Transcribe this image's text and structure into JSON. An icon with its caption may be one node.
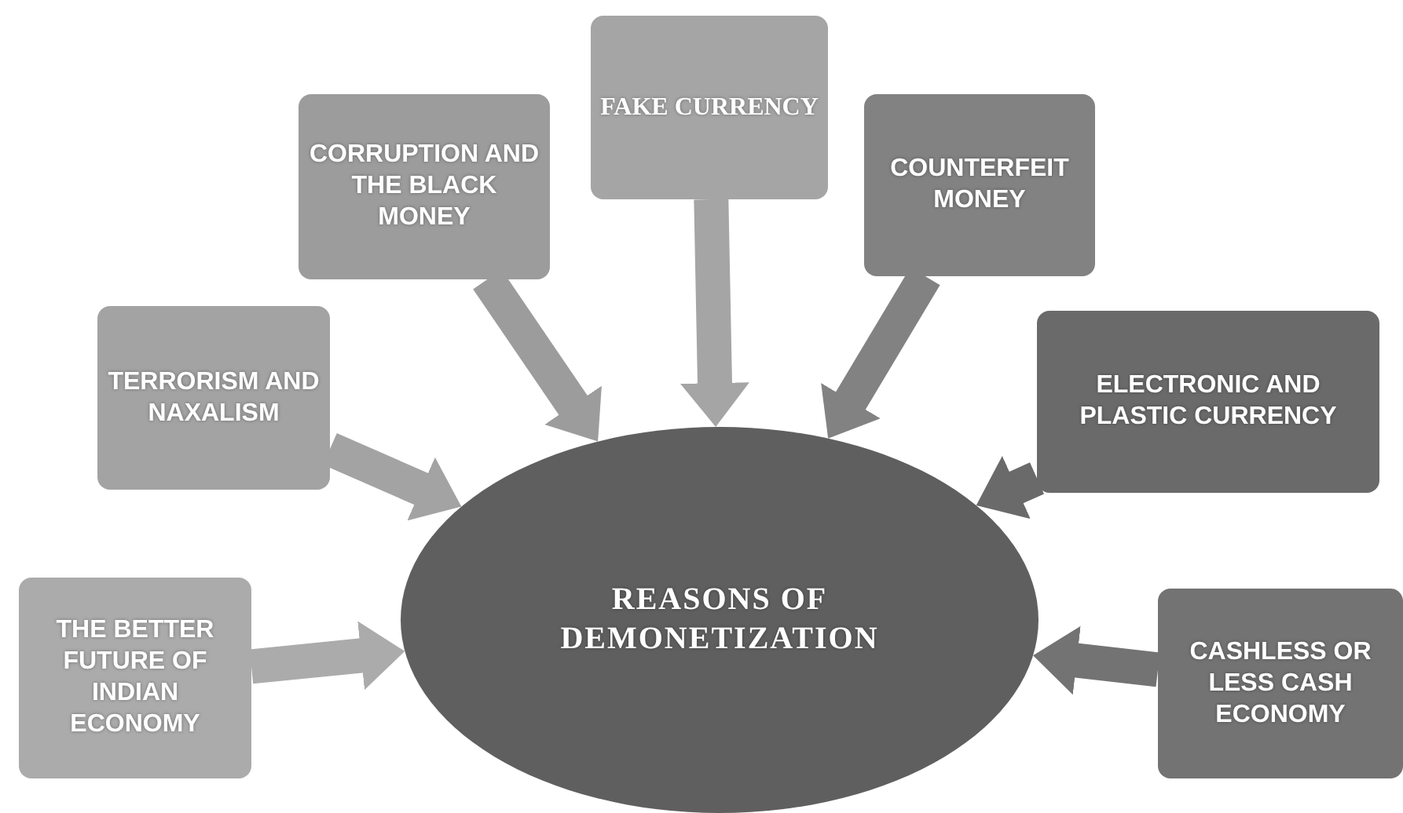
{
  "diagram": {
    "nodes": [
      {
        "text": [
          "REASONS OF DEMONETIZATION"
        ]
      },
      {
        "text": [
          "THE BETTER FUTURE OF INDIAN ECONOMY"
        ]
      },
      {
        "text": [
          "TERRORISM AND NAXALISM"
        ]
      },
      {
        "text": [
          "CORRUPTION AND THE BLACK MONEY"
        ]
      },
      {
        "text": [
          "FAKE CURRENCY"
        ]
      },
      {
        "text": [
          "COUNTERFEIT MONEY"
        ]
      },
      {
        "text": [
          "ELECTRONIC AND PLASTIC CURRENCY"
        ]
      },
      {
        "text": [
          "CASHLESS OR LESS CASH ECONOMY"
        ]
      }
    ],
    "edges": [
      {
        "from": 1,
        "to": 0,
        "arrow": "to"
      },
      {
        "from": 2,
        "to": 0,
        "arrow": "to"
      },
      {
        "from": 3,
        "to": 0,
        "arrow": "to"
      },
      {
        "from": 4,
        "to": 0,
        "arrow": "to"
      },
      {
        "from": 5,
        "to": 0,
        "arrow": "to"
      },
      {
        "from": 6,
        "to": 0,
        "arrow": "to"
      },
      {
        "from": 7,
        "to": 0,
        "arrow": "to"
      }
    ]
  }
}
